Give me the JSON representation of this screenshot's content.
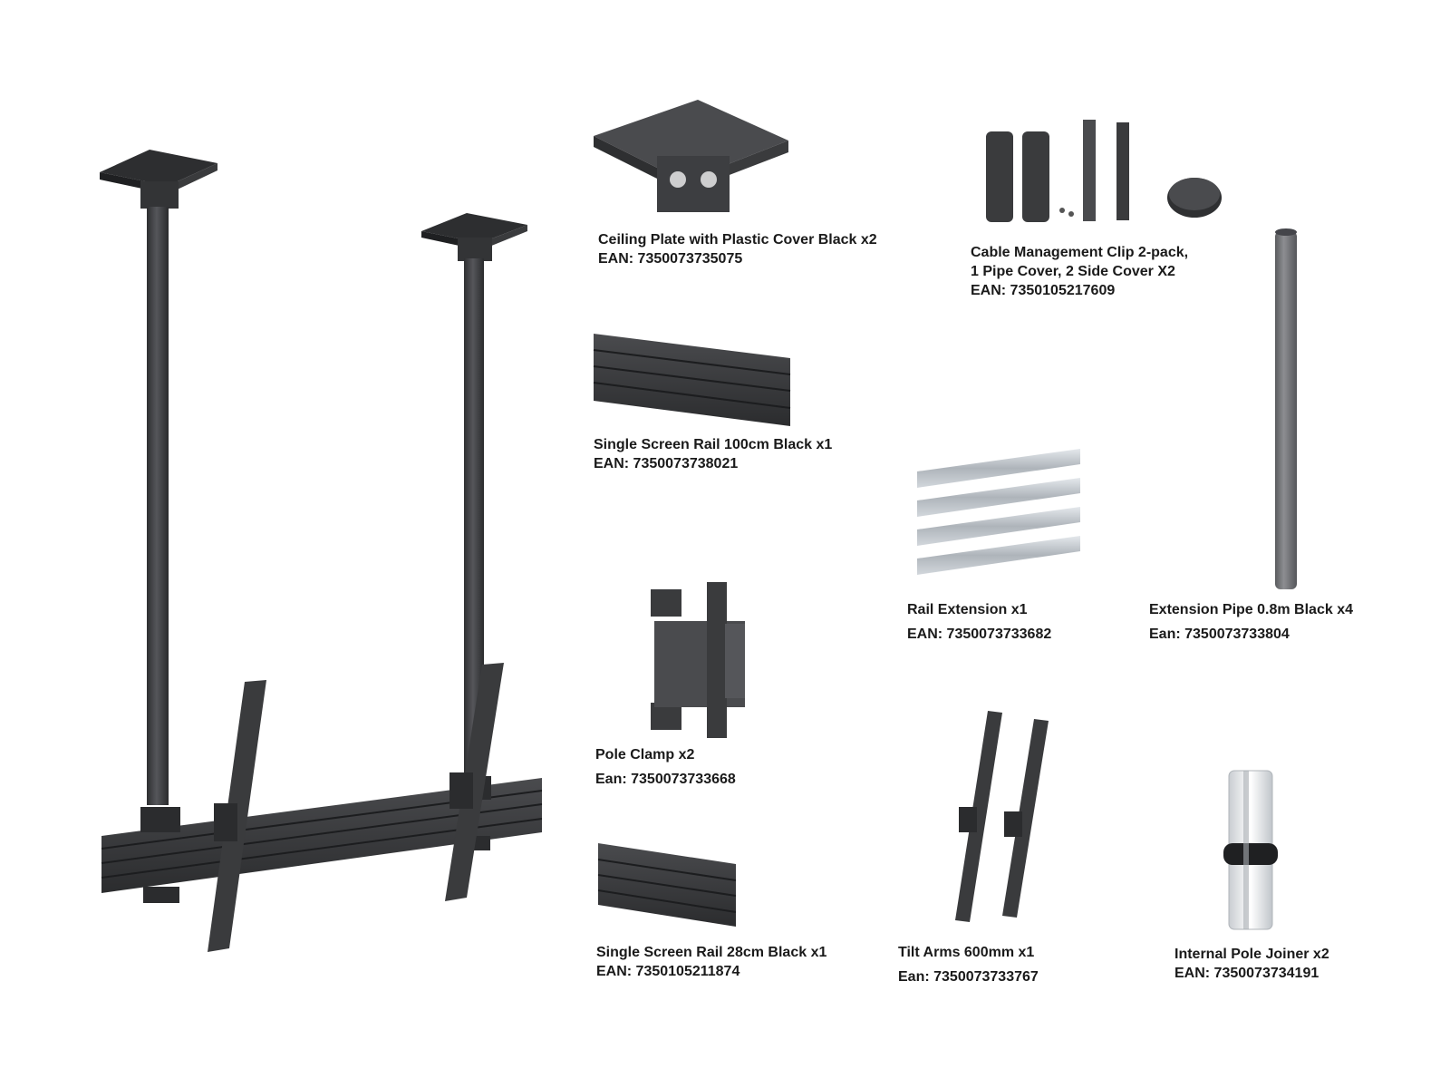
{
  "items": [
    {
      "name": "Ceiling Plate with Plastic Cover Black x2",
      "ean": "EAN: 7350073735075"
    },
    {
      "name": "Cable Management Clip 2-pack,",
      "name2": "1 Pipe Cover, 2 Side Cover X2",
      "ean": "EAN: 7350105217609"
    },
    {
      "name": "Single Screen Rail 100cm Black x1",
      "ean": "EAN: 7350073738021"
    },
    {
      "name": "Rail Extension x1",
      "ean": "EAN: 7350073733682"
    },
    {
      "name": "Extension Pipe 0.8m Black x4",
      "ean": "Ean:  7350073733804"
    },
    {
      "name": "Pole Clamp x2",
      "ean": "Ean:  7350073733668"
    },
    {
      "name": "Single Screen Rail 28cm Black x1",
      "ean": "EAN: 7350105211874"
    },
    {
      "name": "Tilt Arms 600mm x1",
      "ean": "Ean: 7350073733767"
    },
    {
      "name": "Internal Pole Joiner x2",
      "ean": "EAN: 7350073734191"
    }
  ],
  "colors": {
    "metal_dark": "#3a3b3d",
    "metal_mid": "#5a5b5e",
    "metal_light": "#7d7e82",
    "steel": "#c9ced3",
    "text": "#1a1a1a"
  }
}
